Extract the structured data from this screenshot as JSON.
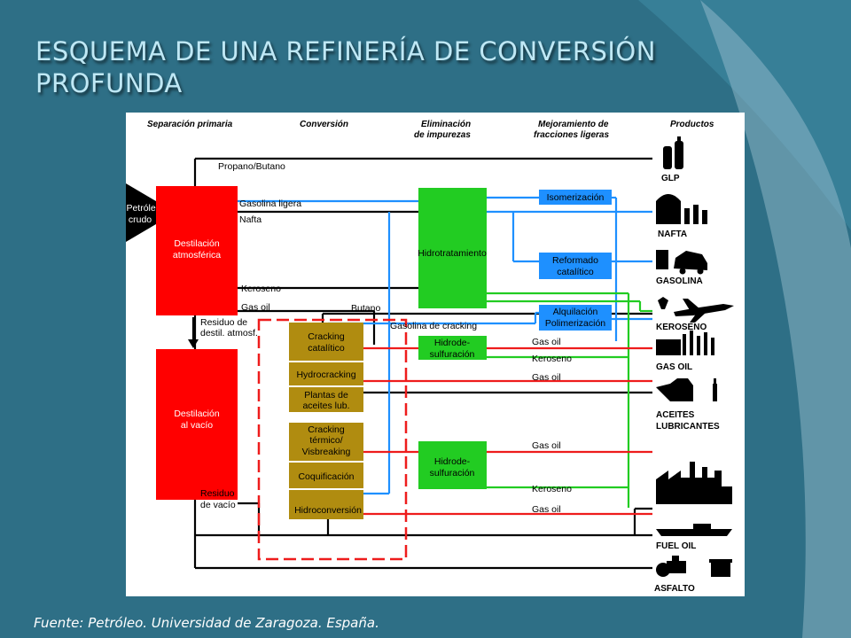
{
  "slide": {
    "title": "ESQUEMA DE UNA REFINERÍA DE CONVERSIÓN PROFUNDA",
    "source": "Fuente:  Petróleo. Universidad de Zaragoza. España."
  },
  "headers": {
    "separacion": "Separación primaria",
    "conversion": "Conversión",
    "eliminacion_1": "Eliminación",
    "eliminacion_2": "de impurezas",
    "mejoramiento_1": "Mejoramiento de",
    "mejoramiento_2": "fracciones ligeras",
    "productos": "Productos"
  },
  "inputs": {
    "petroleo_1": "Petróleo",
    "petroleo_2": "crudo"
  },
  "units": {
    "destilacion_atm_1": "Destilación",
    "destilacion_atm_2": "atmosférica",
    "destilacion_vacio_1": "Destilación",
    "destilacion_vacio_2": "al vacío",
    "hidrotratamiento": "Hidrotratamiento",
    "hidrodesulf_1a": "Hidrode-",
    "hidrodesulf_1b": "sulfuración",
    "hidrodesulf_2a": "Hidrode-",
    "hidrodesulf_2b": "sulfuración",
    "cracking_cat_1": "Cracking",
    "cracking_cat_2": "catalítico",
    "hydrocracking": "Hydrocracking",
    "plantas_1": "Plantas de",
    "plantas_2": "aceites lub.",
    "cracking_term_1": "Cracking",
    "cracking_term_2": "térmico/",
    "cracking_term_3": "Visbreaking",
    "coquificacion": "Coquificación",
    "hidroconversion": "Hidroconversión",
    "isomerizacion": "Isomerización",
    "reformado_1": "Reformado",
    "reformado_2": "catalítico",
    "alquilacion_1": "Alquilación",
    "alquilacion_2": "Polimerización"
  },
  "streams": {
    "propano_butano": "Propano/Butano",
    "gasolina_ligera": "Gasolina ligera",
    "nafta": "Nafta",
    "keroseno": "Keroseno",
    "gas_oil": "Gas oil",
    "butano": "Butano",
    "residuo_atm_1": "Residuo de",
    "residuo_atm_2": "destil. atmosf.",
    "gasolina_cracking": "Gasolina de cracking",
    "gas_oil_1": "Gas oil",
    "keroseno_2": "Keroseno",
    "gas_oil_2": "Gas oil",
    "gas_oil_3": "Gas oil",
    "keroseno_3": "Keroseno",
    "gas_oil_4": "Gas oil",
    "residuo_vacio_1": "Residuo",
    "residuo_vacio_2": "de vacío"
  },
  "products": {
    "glp": "GLP",
    "nafta": "NAFTA",
    "gasolina": "GASOLINA",
    "keroseno": "KEROSENO",
    "gas_oil": "GAS OIL",
    "aceites_1": "ACEITES",
    "aceites_2": "LUBRICANTES",
    "fuel_oil": "FUEL OIL",
    "asfalto": "ASFALTO"
  },
  "colors": {
    "background": "#2e6f86",
    "title": "#bfe8f5",
    "red_unit": "#ff0000",
    "green_unit": "#22cc22",
    "gold_unit": "#b08c10",
    "blue_line": "#1e90ff",
    "red_line": "#ee1c1c",
    "green_line": "#22cc22"
  }
}
